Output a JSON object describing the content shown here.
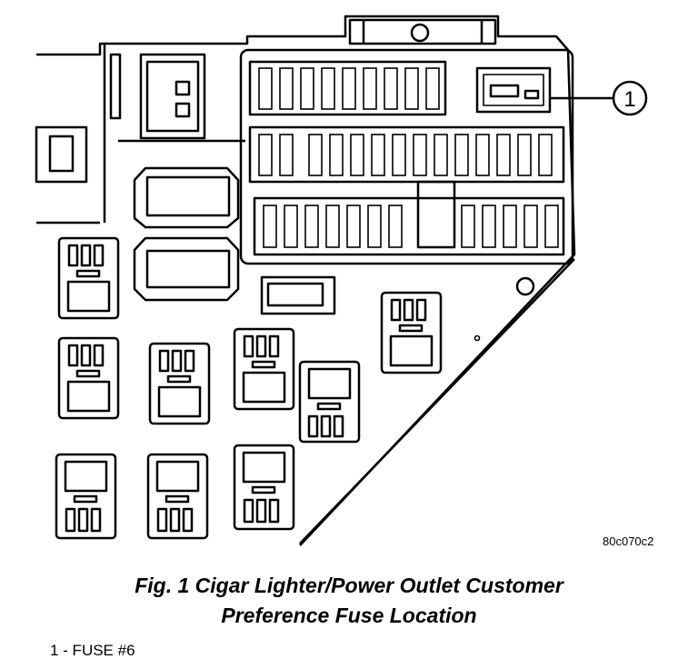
{
  "figure": {
    "reference_code": "80c070c2",
    "caption_line1": "Fig. 1 Cigar Lighter/Power Outlet Customer",
    "caption_line2": "Preference Fuse Location"
  },
  "callouts": [
    {
      "number": "1",
      "label": "FUSE #6"
    }
  ],
  "legend": [
    {
      "text": "1 - FUSE #6"
    }
  ]
}
